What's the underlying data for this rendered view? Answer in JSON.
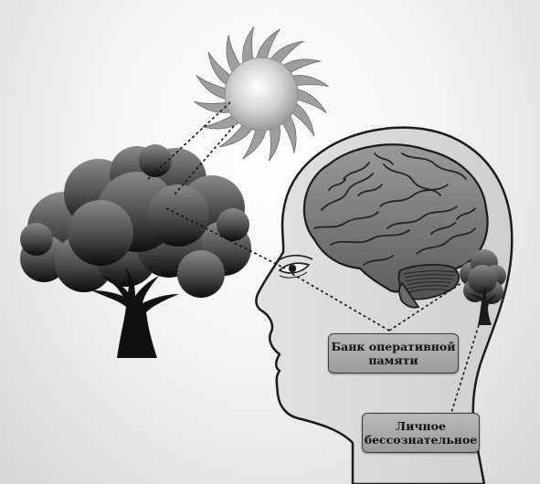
{
  "labels": {
    "working_memory": [
      "Банк оперативной",
      "памяти"
    ],
    "personal_unconscious": [
      "Личное",
      "бессознательное"
    ]
  },
  "colors": {
    "outline": "#1a1a1a",
    "head_fill": "#d9d9d9",
    "label_fill": "#a9a9a9",
    "tree_dark": "#141414",
    "sun_fill": "#a8a8a8",
    "connector": "#111111"
  },
  "icons": [
    "sun-icon",
    "tree-icon",
    "head-silhouette",
    "brain-icon",
    "eye-icon",
    "small-tree-icon"
  ]
}
